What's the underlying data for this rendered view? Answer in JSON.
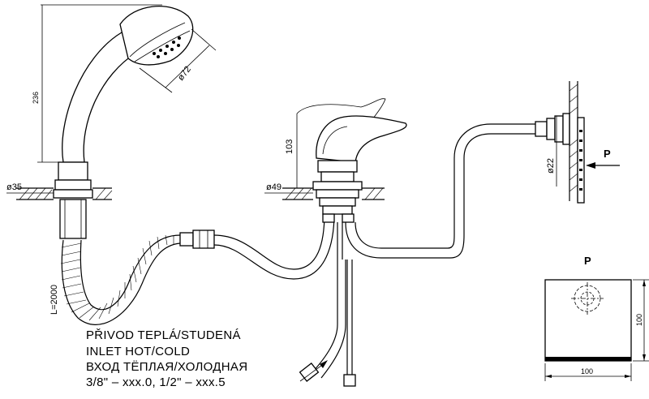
{
  "dimensions": {
    "shower_height": "236",
    "shower_head_diameter": "ø72",
    "shower_base_diameter": "ø35",
    "mixer_height": "103",
    "mixer_base_diameter": "ø49",
    "wall_connector_diameter": "ø22",
    "hose_length": "L=2000",
    "plate_width": "100",
    "plate_height": "100"
  },
  "labels": {
    "pressure_side": "P",
    "plate_view": "P"
  },
  "inlet_note": {
    "line1": "PŘIVOD TEPLÁ/STUDENÁ",
    "line2": "INLET HOT/COLD",
    "line3": "ВХОД ТЁПЛАЯ/ХОЛОДНАЯ",
    "line4": "3/8\" – xxx.0, 1/2\" – xxx.5"
  }
}
